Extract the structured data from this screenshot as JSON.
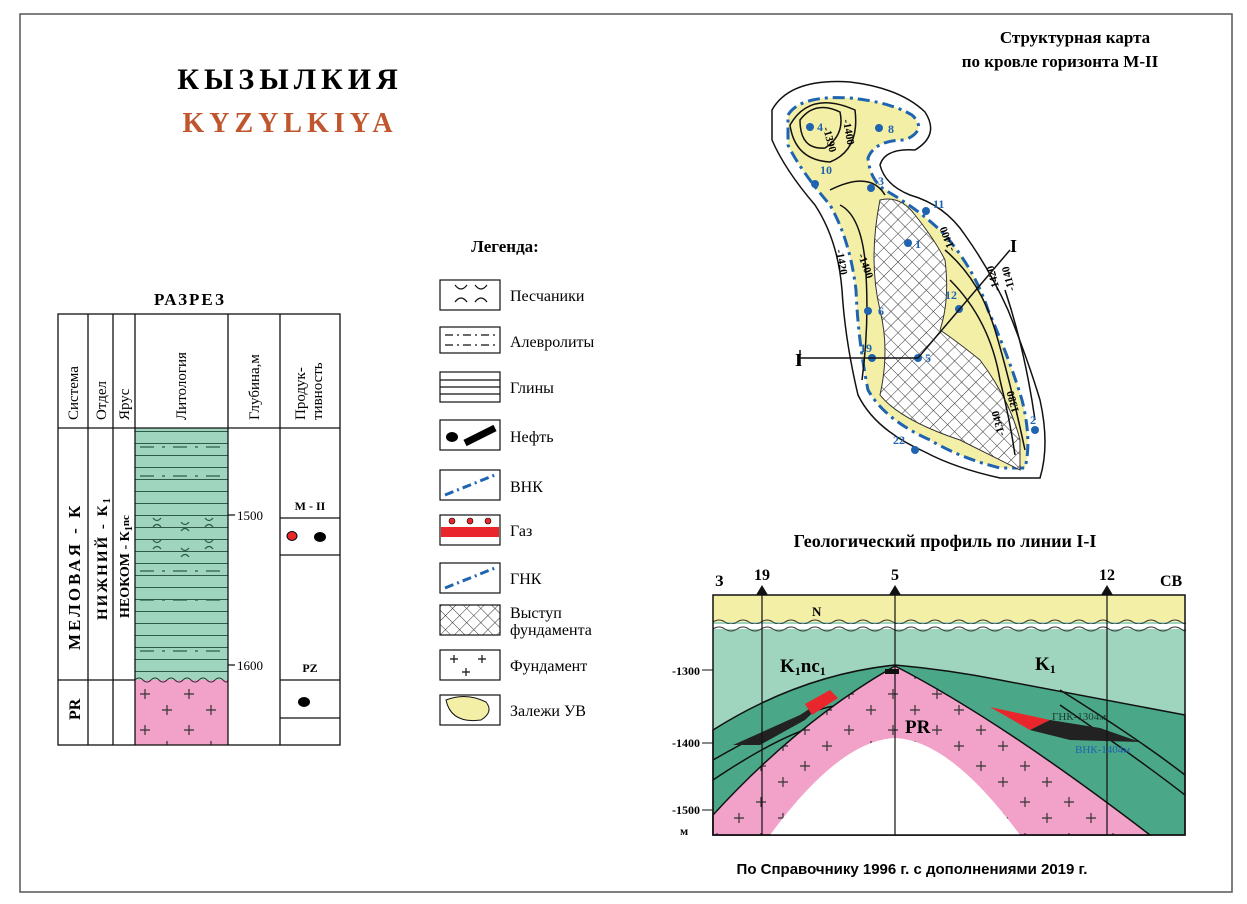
{
  "header": {
    "title_ru": "КЫЗЫЛКИЯ",
    "title_en": "KYZYLKIYA",
    "title_en_color": "#c0562e"
  },
  "section": {
    "title": "РАЗРЕЗ",
    "columns": [
      "Система",
      "Отдел",
      "Ярус",
      "Литология",
      "Глубина,м",
      "Продук-",
      "тивность"
    ],
    "system_k": "МЕЛОВАЯ - К",
    "system_pr": "PR",
    "division": "НИЖНИЙ - К",
    "division_sub": "1",
    "stage": "НЕОКОМ - К",
    "stage_sub": "1",
    "stage_sup": "nc",
    "depths": [
      "1500",
      "1600"
    ],
    "horizons": [
      "М - II",
      "PZ"
    ]
  },
  "legend": {
    "title": "Легенда:",
    "items": [
      "Песчаники",
      "Алевролиты",
      "Глины",
      "Нефть",
      "ВНК",
      "Газ",
      "ГНК",
      "Выступ",
      "фундамента",
      "Фундамент",
      "Залежи УВ"
    ]
  },
  "map": {
    "title_line1": "Структурная карта",
    "title_line2": "по кровле горизонта М-II",
    "wells": [
      "4",
      "8",
      "10",
      "3",
      "11",
      "1",
      "12",
      "6",
      "19",
      "5",
      "2",
      "22"
    ],
    "contours": [
      "-1390",
      "-1400",
      "-1420",
      "-1400",
      "-1400",
      "-1420",
      "-1140",
      "-1380",
      "-1340"
    ],
    "section_line_label": "I"
  },
  "profile": {
    "title": "Геологический профиль по линии I-I",
    "west": "З",
    "east": "СВ",
    "wells": [
      "19",
      "5",
      "12"
    ],
    "depth_ticks": [
      "-1300",
      "-1400",
      "-1500"
    ],
    "depth_unit": "м",
    "label_n": "N",
    "label_k1nc1": "K",
    "label_k1nc1_rest": "nc",
    "label_k1": "K",
    "sub_1": "1",
    "label_pr": "PR",
    "gnk": "ГНК-1304м",
    "vnk": "ВНК-1404м"
  },
  "footer": "По Справочнику 1996 г. с дополнениями 2019 г.",
  "colors": {
    "green": "#9fd5bf",
    "dark_green": "#4aa888",
    "pink": "#f2a2c9",
    "yellow": "#f4efa6",
    "blue": "#1f64b0",
    "gas": "#e8262b"
  }
}
